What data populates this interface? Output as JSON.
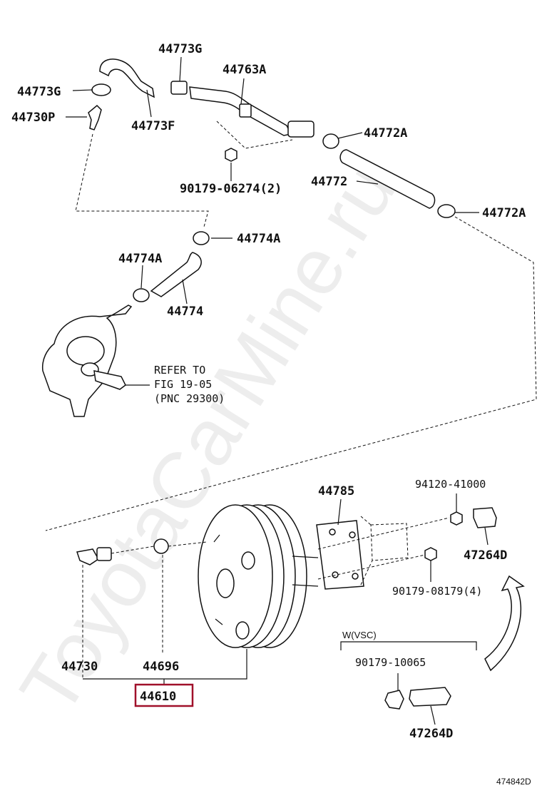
{
  "watermark": "ToyotaCarMine.ru",
  "part_labels": {
    "p44773G_top": "44773G",
    "p44773G_left": "44773G",
    "p44730P": "44730P",
    "p44773F": "44773F",
    "p44763A": "44763A",
    "p44772A_upper": "44772A",
    "p90179_06274": "90179-06274(2)",
    "p44772": "44772",
    "p44772A_lower": "44772A",
    "p44774A_right": "44774A",
    "p44774A_left": "44774A",
    "p44774": "44774",
    "p44785": "44785",
    "p94120_41000": "94120-41000",
    "p47264D_upper": "47264D",
    "p90179_08179": "90179-08179(4)",
    "p44730": "44730",
    "p44696": "44696",
    "p44610": "44610",
    "p90179_10065": "90179-10065",
    "p47264D_lower": "47264D"
  },
  "reference_note": {
    "line1": "REFER TO",
    "line2": "FIG 19-05",
    "line3": "(PNC 29300)"
  },
  "variant_label": "W(VSC)",
  "figure_number": "474842D",
  "highlight_color": "#a0102a"
}
